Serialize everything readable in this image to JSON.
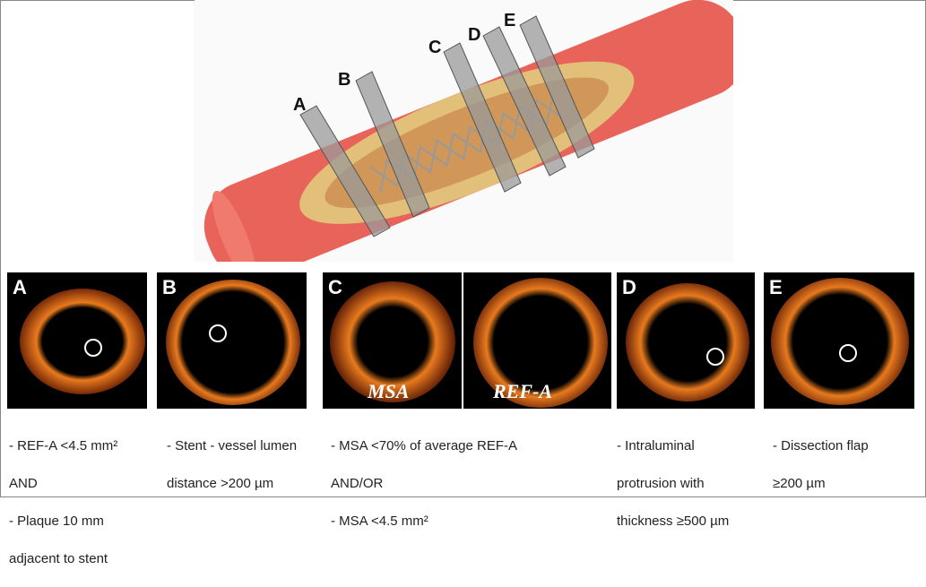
{
  "illustration": {
    "plane_labels": [
      "A",
      "B",
      "C",
      "D",
      "E"
    ]
  },
  "panels": [
    {
      "label": "A"
    },
    {
      "label": "B"
    },
    {
      "label": "C",
      "sublabels": [
        "MSA",
        "REF-A"
      ]
    },
    {
      "label": "D"
    },
    {
      "label": "E"
    }
  ],
  "captions": {
    "a": [
      "- REF-A <4.5 mm²",
      "AND",
      "- Plaque 10 mm",
      "adjacent  to stent"
    ],
    "b": [
      "- Stent - vessel lumen",
      "distance >200 µm"
    ],
    "c": [
      "- MSA <70% of average REF-A",
      "AND/OR",
      "- MSA <4.5 mm²"
    ],
    "d": [
      "- Intraluminal",
      "protrusion with",
      "thickness ≥500 µm"
    ],
    "e": [
      "- Dissection flap",
      "≥200 µm"
    ]
  },
  "colors": {
    "vessel": "#e8645a",
    "oct": "#e87a1e"
  }
}
